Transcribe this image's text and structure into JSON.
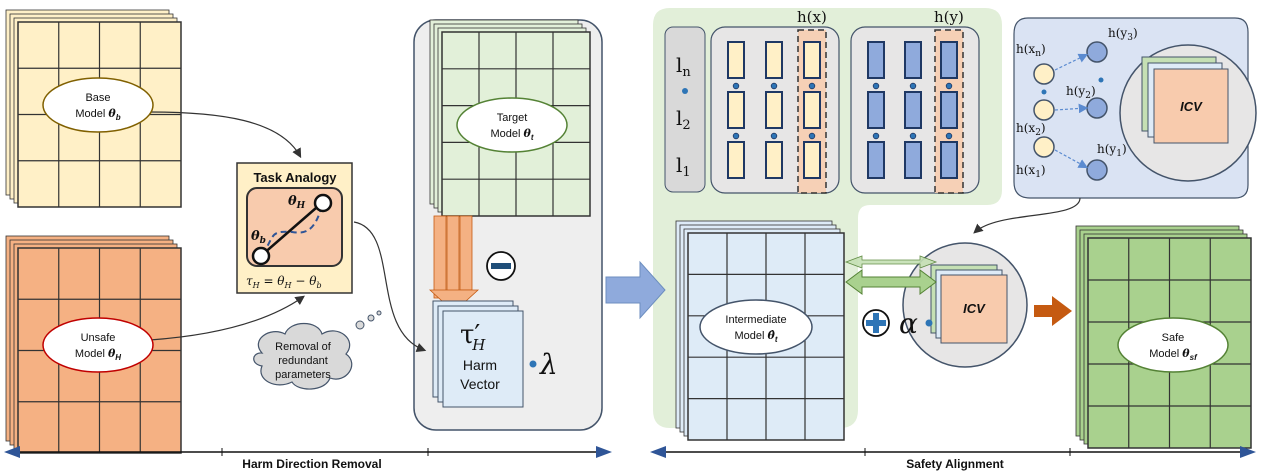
{
  "models": {
    "base": {
      "line1": "Base",
      "line2": "Model ",
      "symbol": "θ",
      "sub": "b"
    },
    "unsafe": {
      "line1": "Unsafe",
      "line2": "Model ",
      "symbol": "θ",
      "sub": "H"
    },
    "target": {
      "line1": "Target",
      "line2": "Model ",
      "symbol": "θ",
      "sub": "t"
    },
    "intermediate": {
      "line1": "Intermediate",
      "line2": "Model ",
      "symbol": "θ̂",
      "sub": "t"
    },
    "safe": {
      "line1": "Safe",
      "line2": "Model ",
      "symbol": "θ",
      "sub": "sf"
    }
  },
  "task_analogy": {
    "title": "Task Analogy",
    "theta_h": "θ",
    "theta_h_sub": "H",
    "theta_b": "θ",
    "theta_b_sub": "b",
    "formula": "τ",
    "formula_sub": "H",
    "formula_rest": " = θ",
    "formula_sub2": "H",
    "formula_rest2": " − θ",
    "formula_sub3": "b"
  },
  "cloud": {
    "line1": "Removal of",
    "line2": "redundant",
    "line3": "parameters"
  },
  "harm_vector": {
    "tau": "τ′",
    "tau_sub": "H",
    "line1": "Harm",
    "line2": "Vector"
  },
  "ops": {
    "minus": "−",
    "plus": "+",
    "lambda": "λ",
    "alpha": "α"
  },
  "layers": {
    "ln": "l",
    "ln_sub": "n",
    "l2": "l",
    "l2_sub": "2",
    "l1": "l",
    "l1_sub": "1"
  },
  "hidden": {
    "hx": "h(x)",
    "hy": "h(y)"
  },
  "icv_panel": {
    "hxn": "h(x",
    "hxn_sub": "n",
    "hx2": "h(x",
    "hx2_sub": "2",
    "hx1": "h(x",
    "hx1_sub": "1",
    "hy3": "h(y",
    "hy3_sub": "3",
    "hy2": "h(y",
    "hy2_sub": "2",
    "hy1": "h(y",
    "hy1_sub": "1",
    "icv": "ICV"
  },
  "icv_main": "ICV",
  "sections": {
    "left": "Harm Direction Removal",
    "right": "Safety Alignment"
  },
  "colors": {
    "base": "#fff0c7",
    "unsafe": "#f5b183",
    "target": "#e2f0d9",
    "intermediate": "#deebf7",
    "safe": "#a9d18e",
    "gray_panel": "#eeeeee",
    "green_panel": "#e2efd9",
    "blue_panel": "#dae3f3",
    "icv": "#f8cbad",
    "orange_arrow": "#f4b183",
    "brown_arrow": "#c55a11",
    "blue_arrow": "#8faadc"
  }
}
